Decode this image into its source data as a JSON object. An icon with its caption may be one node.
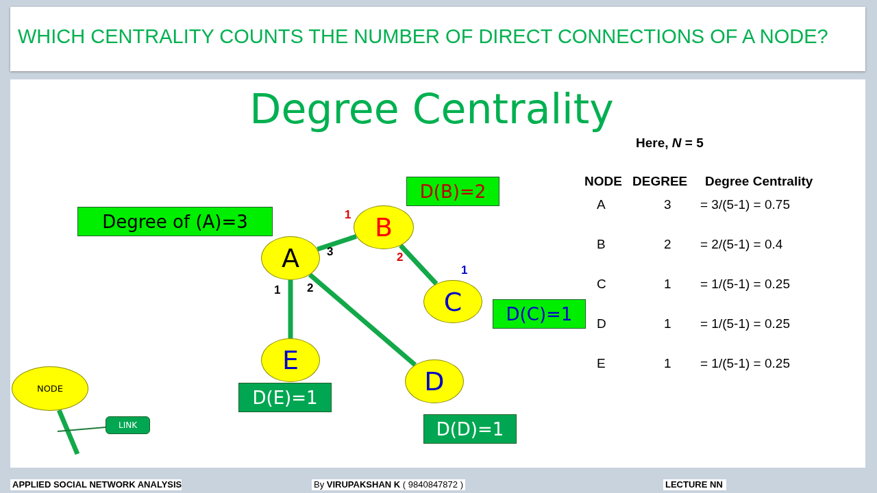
{
  "diagram": {
    "title": "Degree Centrality",
    "nodes": [
      {
        "text": [
          "Degree of (A)=3"
        ]
      },
      {
        "text": [
          "A"
        ]
      },
      {
        "text": [
          "B"
        ]
      },
      {
        "text": [
          "D(B)=2"
        ]
      },
      {
        "text": [
          "C"
        ]
      },
      {
        "text": [
          "D(C)=1"
        ]
      },
      {
        "text": [
          "E"
        ]
      },
      {
        "text": [
          "D(E)=1"
        ]
      },
      {
        "text": [
          "D"
        ]
      },
      {
        "text": [
          "D(D)=1"
        ]
      },
      {
        "text": [
          "NODE"
        ]
      },
      {
        "text": [
          "LINK"
        ]
      }
    ],
    "edges": [
      {
        "from": 1,
        "to": 2,
        "arrow": "none"
      },
      {
        "from": 2,
        "to": 4,
        "arrow": "none"
      },
      {
        "from": 1,
        "to": 6,
        "arrow": "none"
      },
      {
        "from": 1,
        "to": 8,
        "arrow": "none"
      },
      {
        "from": 10,
        "to": null,
        "arrow": "none"
      },
      {
        "from": 11,
        "to": null,
        "arrow": "none"
      }
    ],
    "labels": [
      "WHICH CENTRALITY COUNTS THE NUMBER OF DIRECT CONNECTIONS OF A NODE?",
      "1",
      "3",
      "2",
      "1",
      "1",
      "2",
      "Here, *N* = 5",
      "NODE",
      "DEGREE",
      "Degree Centrality",
      "A",
      "3",
      "= 3/(5-1) = 0.75",
      "B",
      "2",
      "= 2/(5-1) = 0.4",
      "C",
      "1",
      "= 1/(5-1) = 0.25",
      "D",
      "1",
      "= 1/(5-1) = 0.25",
      "E",
      "1",
      "= 1/(5-1) = 0.25",
      "APPLIED SOCIAL NETWORK ANALYSIS",
      "By **VIRUPAKSHAN K** ( 9840847872 )",
      "LECTURE NN"
    ]
  }
}
